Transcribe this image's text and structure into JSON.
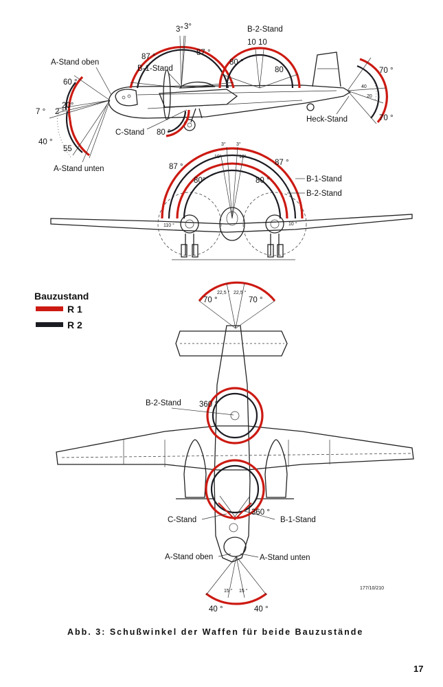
{
  "figure": {
    "caption": "Abb. 3: Schußwinkel der Waffen für beide Bauzustände",
    "page_number": "17",
    "reference_code": "177/10/210"
  },
  "legend": {
    "title": "Bauzustand",
    "items": [
      {
        "label": "R 1",
        "color": "#cc1a12"
      },
      {
        "label": "R 2",
        "color": "#1b1b22"
      }
    ]
  },
  "side_view": {
    "labels": {
      "a_stand_oben": "A-Stand oben",
      "a_stand_unten": "A-Stand unten",
      "b1_stand": "B-1-Stand",
      "b2_stand": "B-2-Stand",
      "c_stand": "C-Stand",
      "heck_stand": "Heck-Stand"
    },
    "angles": {
      "a_up": "60 °",
      "a_20": "20°",
      "a_7": "7 °",
      "a_2": "2 °",
      "a_40": "40 °",
      "a_55": "55",
      "b1_3a": "3°",
      "b1_3b": "3°",
      "b1_87l": "87 °",
      "b1_87r": "87 °",
      "b2_10a": "10",
      "b2_10b": "10",
      "b2_80l": "80 °",
      "b2_80r": "80",
      "c_80": "80 °",
      "h_70t": "70 °",
      "h_70b": "70 °",
      "h_40": "40",
      "h_20": "20"
    }
  },
  "front_view": {
    "labels": {
      "b1_stand": "B-1-Stand",
      "b2_stand": "B-2-Stand"
    },
    "angles": {
      "f_3a": "3°",
      "f_3b": "3°",
      "f_10a": "10°",
      "f_10b": "10°",
      "f_87l": "87 °",
      "f_87r": "87 °",
      "f_80l": "80°",
      "f_80r": "80 °",
      "f_110": "110 °",
      "f_10r": "10 °"
    }
  },
  "top_view": {
    "labels": {
      "b2_stand": "B-2-Stand",
      "c_stand": "C-Stand",
      "b1_stand": "B-1-Stand",
      "a_stand_oben": "A-Stand oben",
      "a_stand_unten": "A-Stand unten"
    },
    "angles": {
      "t_70l": "70 °",
      "t_70r": "70 °",
      "t_225a": "22,5 °",
      "t_225b": "22,5 °",
      "t_360a": "360 °",
      "t_360b": "360 °",
      "t_15a": "15 °",
      "t_15b": "15 °",
      "t_40l": "40 °",
      "t_40r": "40 °"
    }
  }
}
